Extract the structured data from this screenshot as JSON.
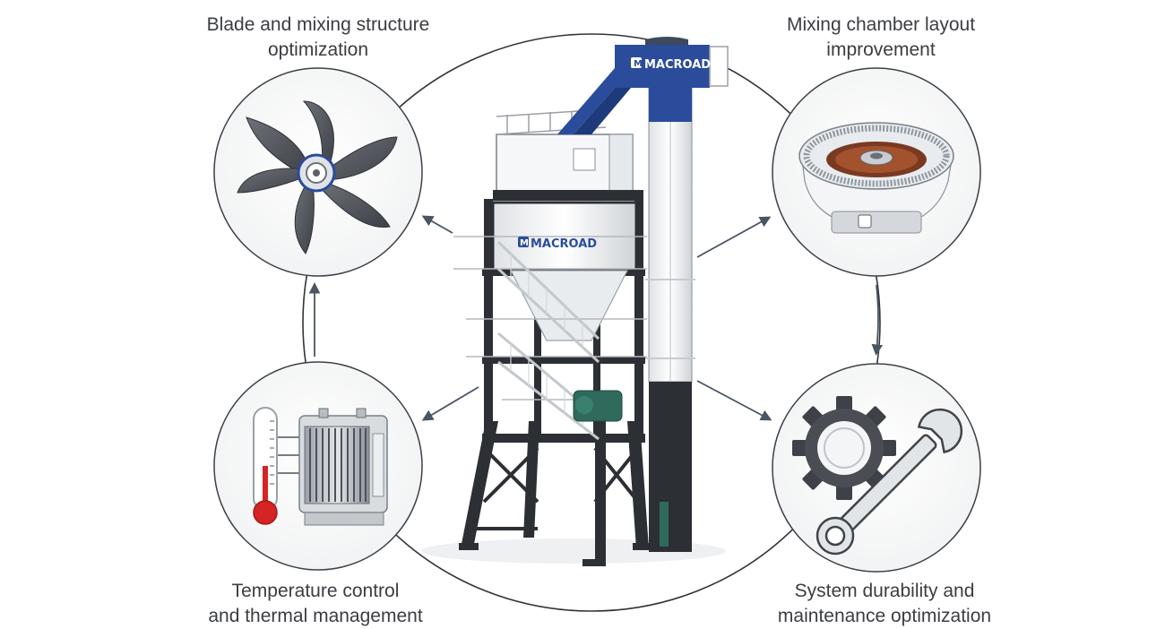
{
  "captions": {
    "top_left": {
      "line1": "Blade and mixing structure",
      "line2": "optimization"
    },
    "top_right": {
      "line1": "Mixing chamber layout",
      "line2": "improvement"
    },
    "bottom_left": {
      "line1": "Temperature control",
      "line2": "and thermal management"
    },
    "bottom_right": {
      "line1": "System durability and",
      "line2": "maintenance optimization"
    }
  },
  "brand": {
    "logo_text": "MACROAD",
    "color": "#2b4c9b"
  },
  "icons": {
    "top_left": "mixing-blade-icon",
    "top_right": "mixing-chamber-icon",
    "bottom_left": "thermometer-radiator-icon",
    "bottom_right": "gear-wrench-icon"
  },
  "colors": {
    "caption_text": "#3a3d42",
    "arrow": "#4a5563",
    "tower_blue": "#2b4c9b",
    "thermometer_red": "#d42424"
  }
}
